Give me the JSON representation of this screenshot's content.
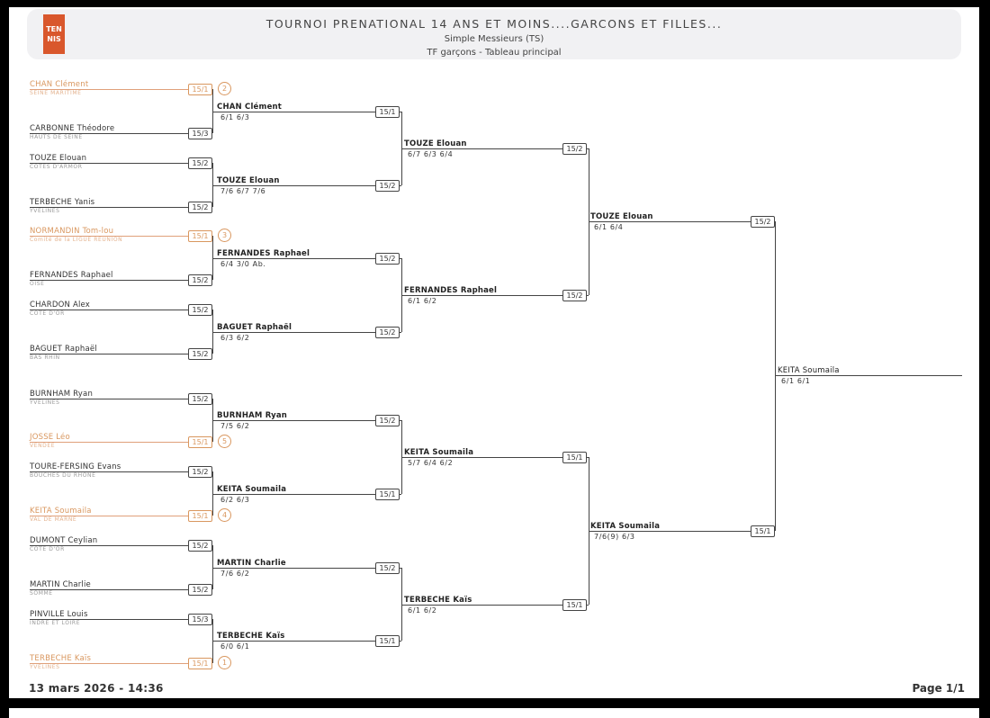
{
  "header": {
    "logo_text": "TENNIS",
    "title": "TOURNOI PRENATIONAL 14 ANS ET MOINS....GARCONS ET FILLES...",
    "subtitle": "Simple Messieurs (TS)",
    "subsubtitle": "TF garçons - Tableau principal"
  },
  "footer": {
    "date": "13 mars 2026 - 14:36",
    "page": "Page 1/1"
  },
  "colors": {
    "seeded": "#d9975f",
    "line": "#444444",
    "logo": "#d9572c"
  },
  "round1": [
    {
      "name": "CHAN Clément",
      "club": "SEINE MARITIME",
      "rank": "15/1",
      "seed": "2"
    },
    {
      "name": "CARBONNE Théodore",
      "club": "HAUTS DE SEINE",
      "rank": "15/3"
    },
    {
      "name": "TOUZE Elouan",
      "club": "COTES D'ARMOR",
      "rank": "15/2"
    },
    {
      "name": "TERBECHE Yanis",
      "club": "YVELINES",
      "rank": "15/2"
    },
    {
      "name": "NORMANDIN Tom-lou",
      "club": "Comité de la LIGUE REUNION",
      "rank": "15/1",
      "seed": "3"
    },
    {
      "name": "FERNANDES Raphael",
      "club": "OISE",
      "rank": "15/2"
    },
    {
      "name": "CHARDON Alex",
      "club": "COTE D'OR",
      "rank": "15/2"
    },
    {
      "name": "BAGUET Raphaël",
      "club": "BAS RHIN",
      "rank": "15/2"
    },
    {
      "name": "BURNHAM Ryan",
      "club": "YVELINES",
      "rank": "15/2"
    },
    {
      "name": "JOSSE Léo",
      "club": "VENDEE",
      "rank": "15/1",
      "seed": "5"
    },
    {
      "name": "TOURE-FERSING Evans",
      "club": "BOUCHES DU RHONE",
      "rank": "15/2"
    },
    {
      "name": "KEITA Soumaila",
      "club": "VAL DE MARNE",
      "rank": "15/1",
      "seed": "4"
    },
    {
      "name": "DUMONT Ceylian",
      "club": "COTE D'OR",
      "rank": "15/2"
    },
    {
      "name": "MARTIN Charlie",
      "club": "SOMME",
      "rank": "15/2"
    },
    {
      "name": "PINVILLE Louis",
      "club": "INDRE ET LOIRE",
      "rank": "15/3"
    },
    {
      "name": "TERBECHE Kaïs",
      "club": "YVELINES",
      "rank": "15/1",
      "seed": "1"
    }
  ],
  "round2": [
    {
      "name": "CHAN Clément",
      "score": "6/1 6/3",
      "rank": "15/1"
    },
    {
      "name": "TOUZE Elouan",
      "score": "7/6 6/7 7/6",
      "rank": "15/2"
    },
    {
      "name": "FERNANDES Raphael",
      "score": "6/4 3/0  Ab.",
      "rank": "15/2"
    },
    {
      "name": "BAGUET Raphaël",
      "score": "6/3 6/2",
      "rank": "15/2"
    },
    {
      "name": "BURNHAM Ryan",
      "score": "7/5 6/2",
      "rank": "15/2"
    },
    {
      "name": "KEITA Soumaila",
      "score": "6/2 6/3",
      "rank": "15/1"
    },
    {
      "name": "MARTIN Charlie",
      "score": "7/6 6/2",
      "rank": "15/2"
    },
    {
      "name": "TERBECHE Kaïs",
      "score": "6/0 6/1",
      "rank": "15/1"
    }
  ],
  "round3": [
    {
      "name": "TOUZE Elouan",
      "score": "6/7 6/3 6/4",
      "rank": "15/2"
    },
    {
      "name": "FERNANDES Raphael",
      "score": "6/1 6/2",
      "rank": "15/2"
    },
    {
      "name": "KEITA Soumaila",
      "score": "5/7 6/4 6/2",
      "rank": "15/1"
    },
    {
      "name": "TERBECHE Kaïs",
      "score": "6/1 6/2",
      "rank": "15/1"
    }
  ],
  "round4": [
    {
      "name": "TOUZE Elouan",
      "score": "6/1 6/4",
      "rank": "15/2"
    },
    {
      "name": "KEITA Soumaila",
      "score": "7/6(9) 6/3",
      "rank": "15/1"
    }
  ],
  "final": {
    "name": "KEITA Soumaila",
    "score": "6/1 6/1"
  }
}
